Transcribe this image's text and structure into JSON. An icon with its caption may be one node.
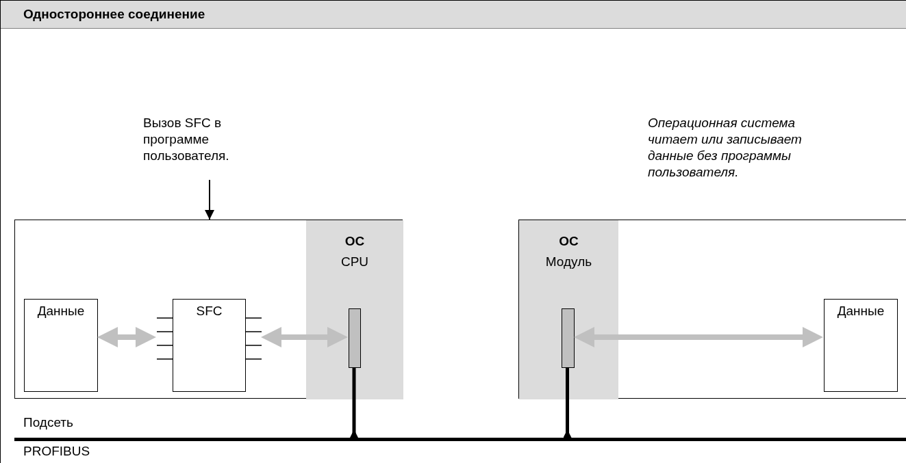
{
  "diagram": {
    "title": "Одностороннее соединение",
    "nodes": [
      {
        "text": [],
        "shape": "box"
      },
      {
        "text": [
          "ОС",
          "CPU"
        ],
        "in": 0
      },
      {
        "text": [
          "Данные"
        ],
        "in": 0
      },
      {
        "text": [
          "SFC"
        ],
        "in": 0
      },
      {
        "text": [],
        "shape": "bar",
        "in": 1
      },
      {
        "text": [],
        "shape": "box"
      },
      {
        "text": [
          "ОС",
          "Модуль"
        ],
        "in": 5
      },
      {
        "text": [],
        "shape": "bar",
        "in": 6
      },
      {
        "text": [
          "Данные"
        ],
        "in": 5
      },
      {
        "text": [],
        "shape": "bar",
        "beside": [
          "Подсеть",
          "PROFIBUS"
        ]
      },
      {
        "text": [
          "Вызов SFC в программе пользователя."
        ]
      }
    ],
    "edges": [
      {
        "from": 10,
        "to": 0,
        "arrow": "to",
        "color": "#000000"
      },
      {
        "from": 2,
        "to": 3,
        "arrow": "both",
        "color": "#c0c0c0"
      },
      {
        "from": 3,
        "to": 4,
        "arrow": "both",
        "color": "#c0c0c0"
      },
      {
        "from": 7,
        "to": 8,
        "arrow": "both",
        "color": "#c0c0c0"
      },
      {
        "from": 4,
        "to": 9,
        "arrow": "other",
        "color": "#000000"
      },
      {
        "from": 7,
        "to": 9,
        "arrow": "other",
        "color": "#000000"
      }
    ],
    "labels": [
      "Операционная система читает или записывает данные без программы пользователя."
    ]
  }
}
